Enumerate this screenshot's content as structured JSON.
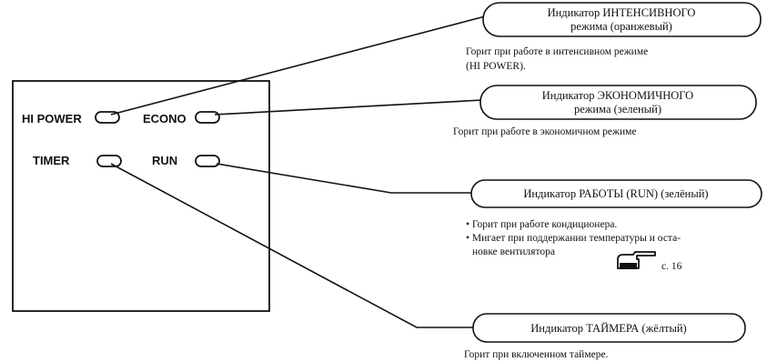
{
  "panel": {
    "labels": {
      "hi_power": "HI POWER",
      "econo": "ECONO",
      "timer": "TIMER",
      "run": "RUN"
    }
  },
  "callouts": {
    "hi_power": {
      "title_line1": "Индикатор ИНТЕНСИВНОГО",
      "title_line2": "режима (оранжевый)",
      "desc_line1": "Горит при работе в интенсивном режиме",
      "desc_line2": "(HI POWER)."
    },
    "econo": {
      "title_line1": "Индикатор ЭКОНОМИЧНОГО",
      "title_line2": "режима (зеленый)",
      "desc_line1": "Горит при работе в экономичном режиме"
    },
    "run": {
      "title": "Индикатор РАБОТЫ (RUN) (зелёный)",
      "bullet1": "• Горит при работе кондиционера.",
      "bullet2_line1": "• Мигает при поддержании температуры и оста-",
      "bullet2_line2": "новке вентилятора",
      "page_ref": "с. 16"
    },
    "timer": {
      "title": "Индикатор ТАЙМЕРА (жёлтый)",
      "desc": "Горит при включенном таймере."
    }
  },
  "icons": {
    "pointing_hand": "pointing-hand-icon"
  }
}
